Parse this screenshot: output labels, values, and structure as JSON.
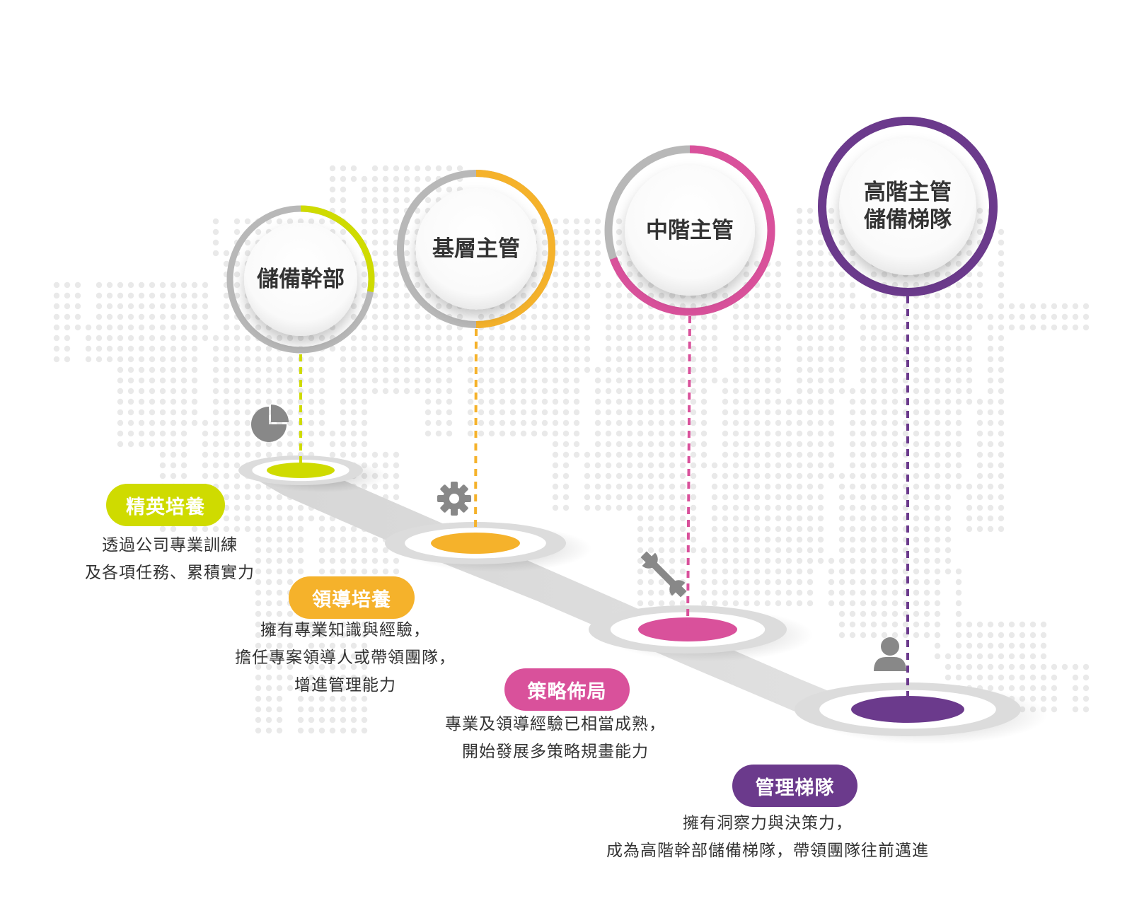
{
  "colors": {
    "lime": "#cfdb00",
    "orange": "#f5b22b",
    "magenta": "#d9519b",
    "purple": "#6b3a8c",
    "gray_ring": "#b8b8b8",
    "road": "#d9d9d9",
    "icon_gray": "#888888",
    "map_dots": "#e9e9e9"
  },
  "stages": [
    {
      "id": "stage-1",
      "title": "儲備幹部",
      "tag": "精英培養",
      "description": "透過公司專業訓練\n及各項任務、累積實力",
      "color_key": "lime",
      "icon": "pie-chart-icon"
    },
    {
      "id": "stage-2",
      "title": "基層主管",
      "tag": "領導培養",
      "description": "擁有專業知識與經驗，\n擔任專案領導人或帶領團隊，\n增進管理能力",
      "color_key": "orange",
      "icon": "gear-icon"
    },
    {
      "id": "stage-3",
      "title": "中階主管",
      "tag": "策略佈局",
      "description": "專業及領導經驗已相當成熟，\n開始發展多策略規畫能力",
      "color_key": "magenta",
      "icon": "wrench-icon"
    },
    {
      "id": "stage-4",
      "title": "高階主管\n儲備梯隊",
      "tag": "管理梯隊",
      "description": "擁有洞察力與決策力，\n成為高階幹部儲備梯隊，帶領團隊往前邁進",
      "color_key": "purple",
      "icon": "user-icon"
    }
  ]
}
